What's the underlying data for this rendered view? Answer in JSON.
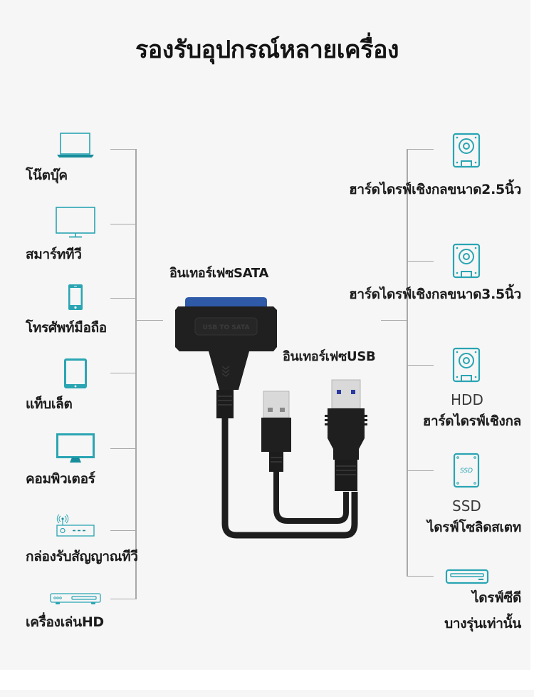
{
  "title": "รองรับอุปกรณ์หลายเครื่อง",
  "colors": {
    "background": "#f6f6f6",
    "icon_teal": "#2aa5b3",
    "icon_teal_dark": "#178c9b",
    "bracket_line": "#a8a8a8",
    "sata_blue": "#2f5aa8"
  },
  "left_devices": [
    {
      "icon": "laptop-icon",
      "label": "โน๊ตบุ๊ค"
    },
    {
      "icon": "smart-tv-icon",
      "label": "สมาร์ททีวี"
    },
    {
      "icon": "mobile-phone-icon",
      "label": "โทรศัพท์มือถือ"
    },
    {
      "icon": "tablet-icon",
      "label": "แท็บเล็ต"
    },
    {
      "icon": "computer-monitor-icon",
      "label": "คอมพิวเตอร์"
    },
    {
      "icon": "tv-box-icon",
      "label": "กล่องรับสัญญาณทีวี"
    },
    {
      "icon": "hd-player-icon",
      "label": "เครื่องเล่นHD"
    }
  ],
  "right_devices": [
    {
      "icon": "hard-drive-icon",
      "label": "ฮาร์ดไดรฟ์เชิงกลขนาด2.5นิ้ว"
    },
    {
      "icon": "hard-drive-icon",
      "label": "ฮาร์ดไดรฟ์เชิงกลขนาด3.5นิ้ว"
    },
    {
      "icon": "hard-drive-icon",
      "label_en": "HDD",
      "label": "ฮาร์ดไดรฟ์เชิงกล"
    },
    {
      "icon": "ssd-icon",
      "icon_text": "SSD",
      "label_en": "SSD",
      "label": "ไดรฟ์โซลิดสเตท"
    },
    {
      "icon": "cd-drive-icon",
      "label": "ไดรฟ์ซีดี",
      "note": "บางรุ่นเท่านั้น"
    }
  ],
  "product": {
    "sata_callout": "อินเทอร์เฟซSATA",
    "usb_callout": "อินเทอร์เฟซUSB",
    "housing_text": "USB TO SATA"
  }
}
